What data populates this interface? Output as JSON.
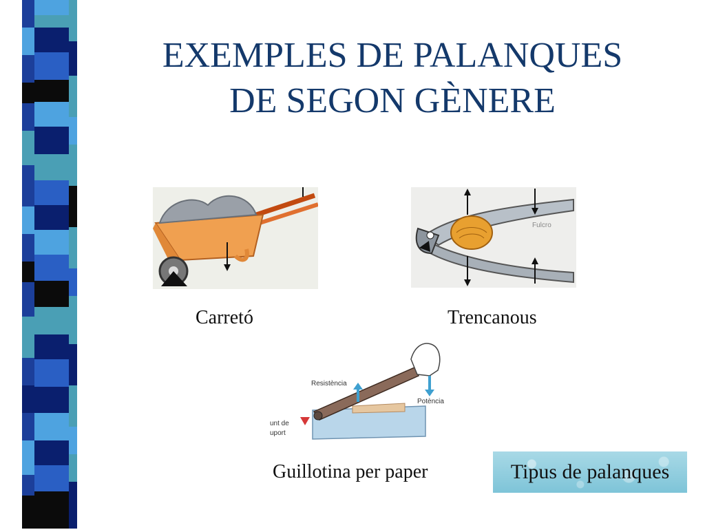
{
  "slide": {
    "title_line1": "EXEMPLES DE PALANQUES",
    "title_line2": "DE SEGON GÈNERE"
  },
  "figures": {
    "wheelbarrow": {
      "caption": "Carretó"
    },
    "nutcracker": {
      "caption": "Trencanous",
      "label_fulcro": "Fulcro"
    },
    "guillotine": {
      "caption": "Guillotina per paper",
      "label_resistance": "Resistència",
      "label_power": "Potència",
      "label_support_1": "unt de",
      "label_support_2": "uport"
    }
  },
  "link_button": {
    "label": "Tipus de palanques"
  },
  "colors": {
    "title": "#14396b",
    "stripe_dark": "#0a1f6e",
    "stripe_mid": "#2a5fc4",
    "stripe_light": "#4ea3e0",
    "stripe_teal": "#4a9fb5",
    "stripe_black": "#0b0b0b",
    "button_bg": "#8ccddd"
  }
}
